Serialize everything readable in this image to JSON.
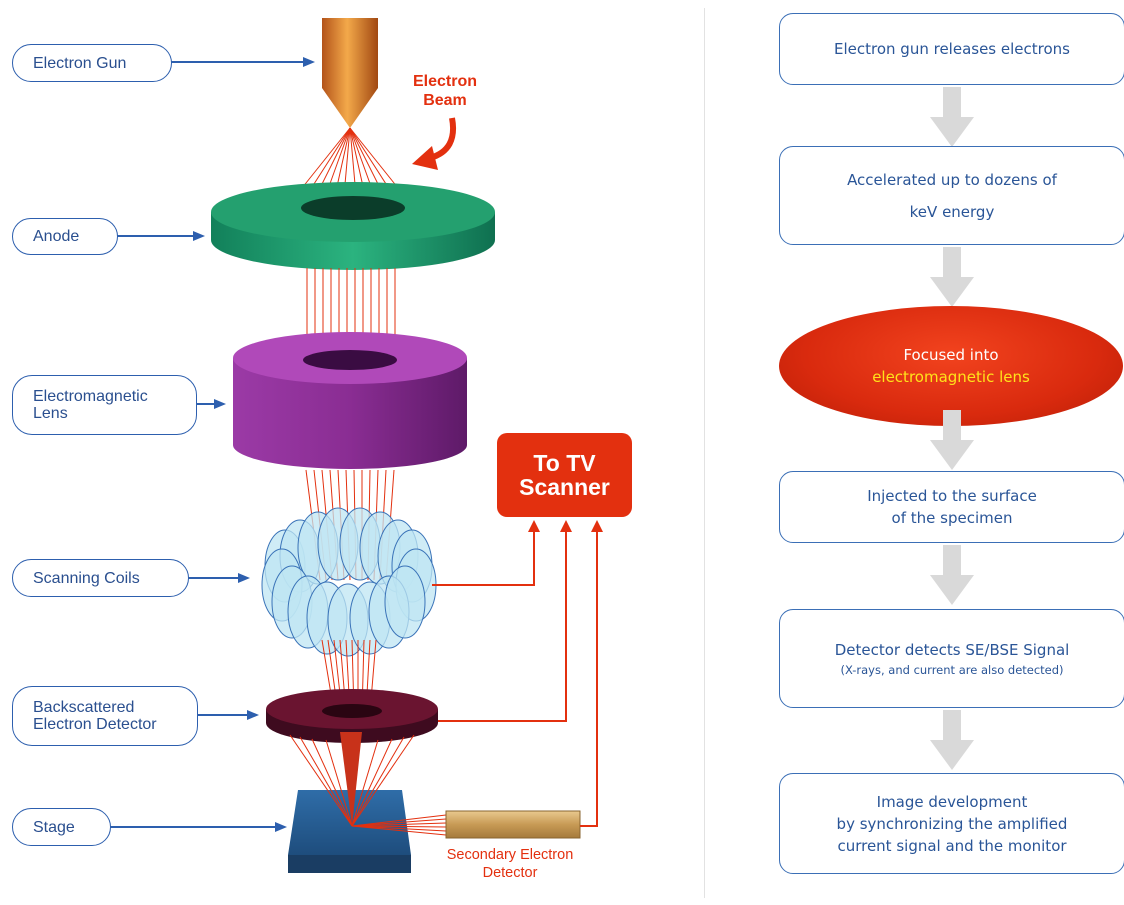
{
  "labels": {
    "electron_gun": "Electron Gun",
    "anode": "Anode",
    "em_lens": [
      "Electromagnetic",
      "Lens"
    ],
    "scanning_coils": "Scanning Coils",
    "bse_detector": [
      "Backscattered",
      "Electron Detector"
    ],
    "stage": "Stage"
  },
  "callouts": {
    "electron_beam": [
      "Electron",
      "Beam"
    ],
    "to_tv_scanner": [
      "To TV",
      "Scanner"
    ],
    "se_detector": [
      "Secondary Electron",
      "Detector"
    ]
  },
  "steps": [
    {
      "lines": [
        "Electron gun releases electrons"
      ]
    },
    {
      "lines": [
        "Accelerated up to dozens of",
        "keV energy"
      ]
    },
    {
      "lines": [
        "Focused into"
      ],
      "highlight": "electromagnetic lens"
    },
    {
      "lines": [
        "Injected to the surface",
        "of the specimen"
      ]
    },
    {
      "lines": [
        "Detector detects SE/BSE Signal"
      ],
      "sub": "(X-rays, and current are also detected)"
    },
    {
      "lines": [
        "Image development",
        "by synchronizing the amplified",
        "current signal and the monitor"
      ]
    }
  ],
  "colors": {
    "label_border": "#2d5fae",
    "arrow_blue": "#2d5fae",
    "beam_red": "#e3300f",
    "anode_green": "#1a9a6a",
    "lens_purple": "#8c2e95",
    "coil_blue": "#bfe6f3",
    "detector_maroon": "#6a1430",
    "stage_blue": "#2d5f93",
    "step_arrow_gray": "#d9d9d9"
  }
}
